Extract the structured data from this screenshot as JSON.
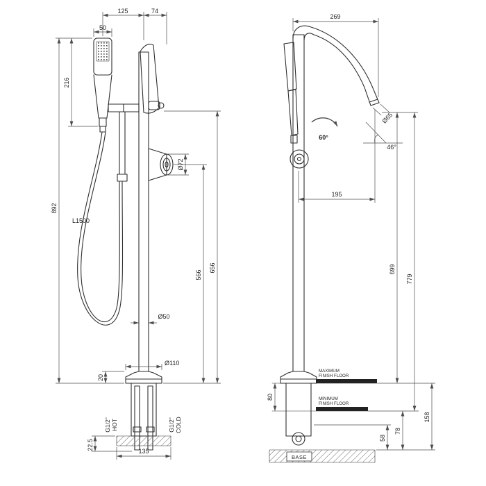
{
  "front": {
    "d125": "125",
    "d74": "74",
    "d50": "50",
    "d216": "216",
    "d892": "892",
    "hose": "L1500",
    "dia72": "Ø72",
    "dia50": "Ø50",
    "d656": "656",
    "d566": "566",
    "d20": "20",
    "dia110": "Ø110",
    "thread_hot": "G1/2\"",
    "hot": "HOT",
    "thread_cold": "G1/2\"",
    "cold": "COLD",
    "d225": "22.5",
    "d135": "135"
  },
  "side": {
    "d269": "269",
    "dia65": "Ø65",
    "a60": "60°",
    "a46": "46°",
    "d195": "195",
    "d699": "699",
    "d779": "779",
    "max1": "MAXIMUM",
    "max2": "FINISH FLOOR",
    "min1": "MINIMUM",
    "min2": "FINISH FLOOR",
    "d80": "80",
    "d158": "158",
    "d78": "78",
    "d58": "58",
    "base": "BASE"
  }
}
